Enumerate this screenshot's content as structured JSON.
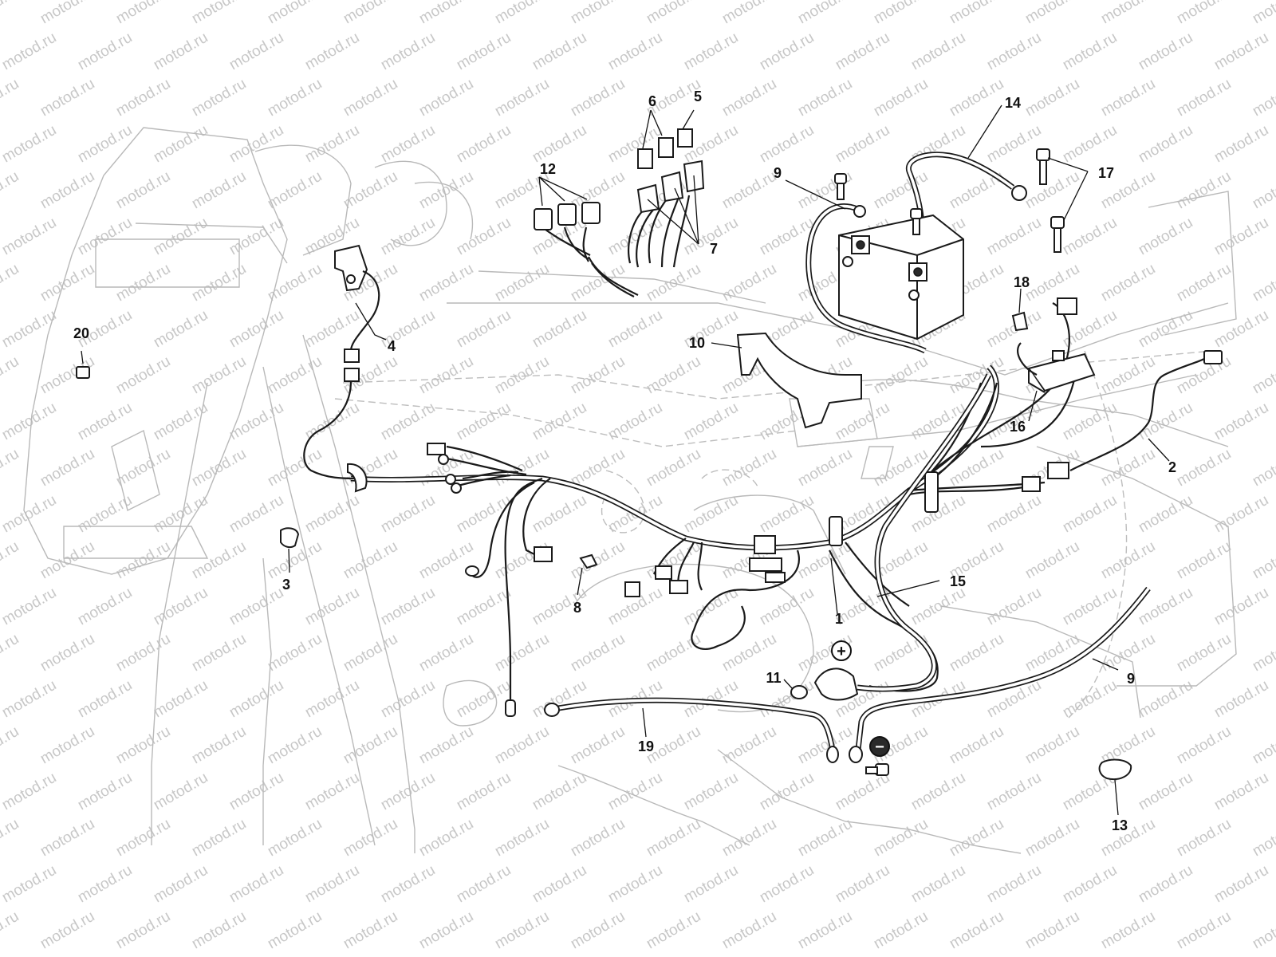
{
  "watermark": {
    "text": "motod.ru"
  },
  "labels": [
    {
      "id": "label-1",
      "text": "1"
    },
    {
      "id": "label-2",
      "text": "2"
    },
    {
      "id": "label-3",
      "text": "3"
    },
    {
      "id": "label-4",
      "text": "4"
    },
    {
      "id": "label-5",
      "text": "5"
    },
    {
      "id": "label-6",
      "text": "6"
    },
    {
      "id": "label-7",
      "text": "7"
    },
    {
      "id": "label-8",
      "text": "8"
    },
    {
      "id": "label-9a",
      "text": "9"
    },
    {
      "id": "label-9b",
      "text": "9"
    },
    {
      "id": "label-10",
      "text": "10"
    },
    {
      "id": "label-11",
      "text": "11"
    },
    {
      "id": "label-12",
      "text": "12"
    },
    {
      "id": "label-13",
      "text": "13"
    },
    {
      "id": "label-14",
      "text": "14"
    },
    {
      "id": "label-15",
      "text": "15"
    },
    {
      "id": "label-16",
      "text": "16"
    },
    {
      "id": "label-17",
      "text": "17"
    },
    {
      "id": "label-18",
      "text": "18"
    },
    {
      "id": "label-19",
      "text": "19"
    },
    {
      "id": "label-20",
      "text": "20"
    }
  ],
  "symbols": {
    "positive": "+",
    "negative": "−"
  }
}
